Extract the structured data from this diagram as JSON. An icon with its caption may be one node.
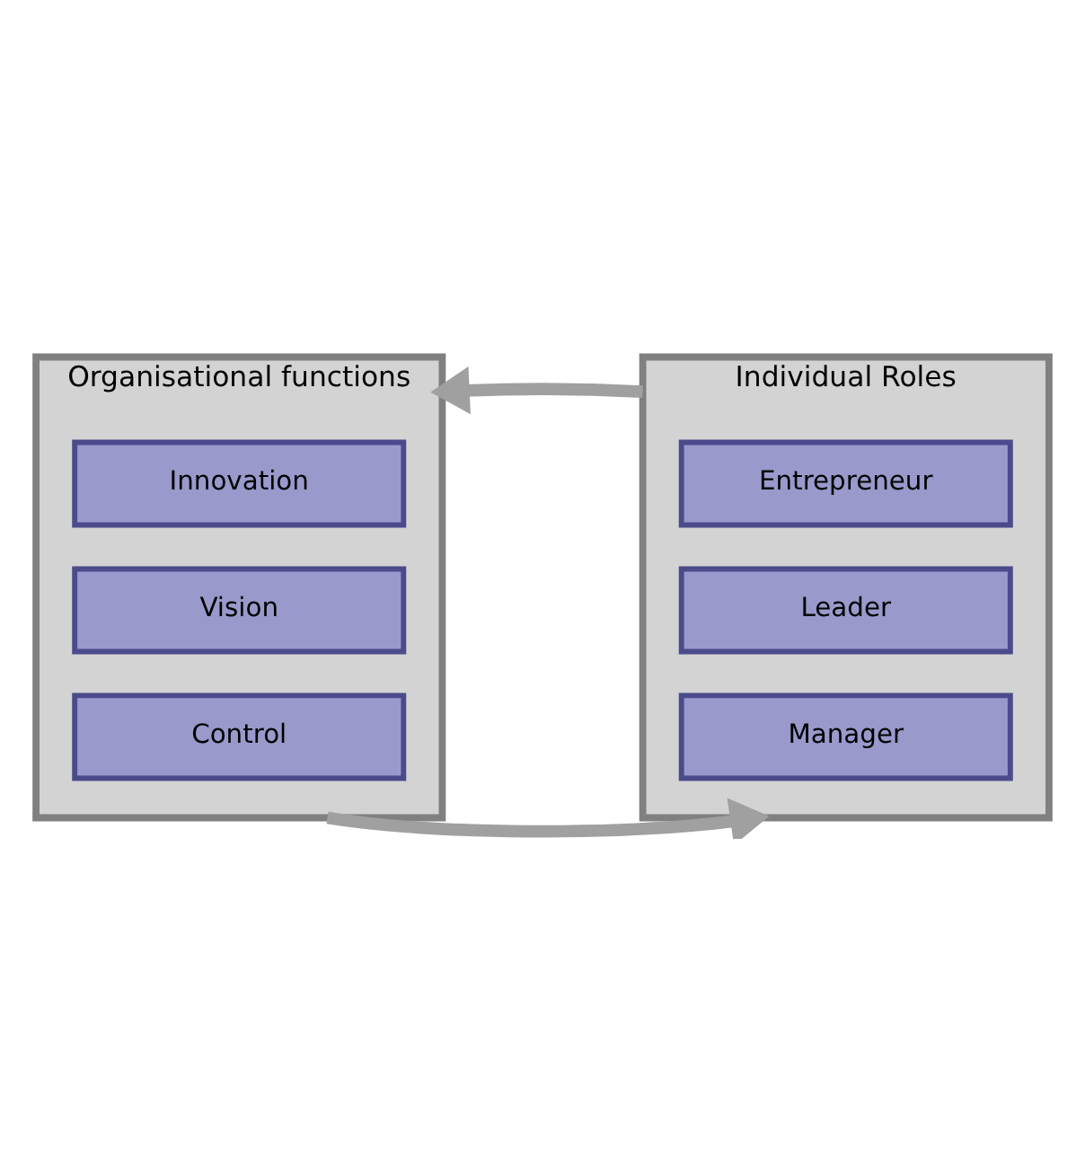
{
  "diagram": {
    "nodes": [
      {
        "text": [
          "Organisational functions"
        ]
      },
      {
        "text": [
          "Innovation"
        ],
        "in": 0
      },
      {
        "text": [
          "Vision"
        ],
        "in": 0
      },
      {
        "text": [
          "Control"
        ],
        "in": 0
      },
      {
        "text": [
          "Individual Roles"
        ]
      },
      {
        "text": [
          "Entrepreneur"
        ],
        "in": 4
      },
      {
        "text": [
          "Leader"
        ],
        "in": 4
      },
      {
        "text": [
          "Manager"
        ],
        "in": 4
      }
    ],
    "edges": [
      {
        "from": 4,
        "to": 0,
        "arrow": "to"
      },
      {
        "from": 0,
        "to": 4,
        "arrow": "to"
      }
    ]
  }
}
